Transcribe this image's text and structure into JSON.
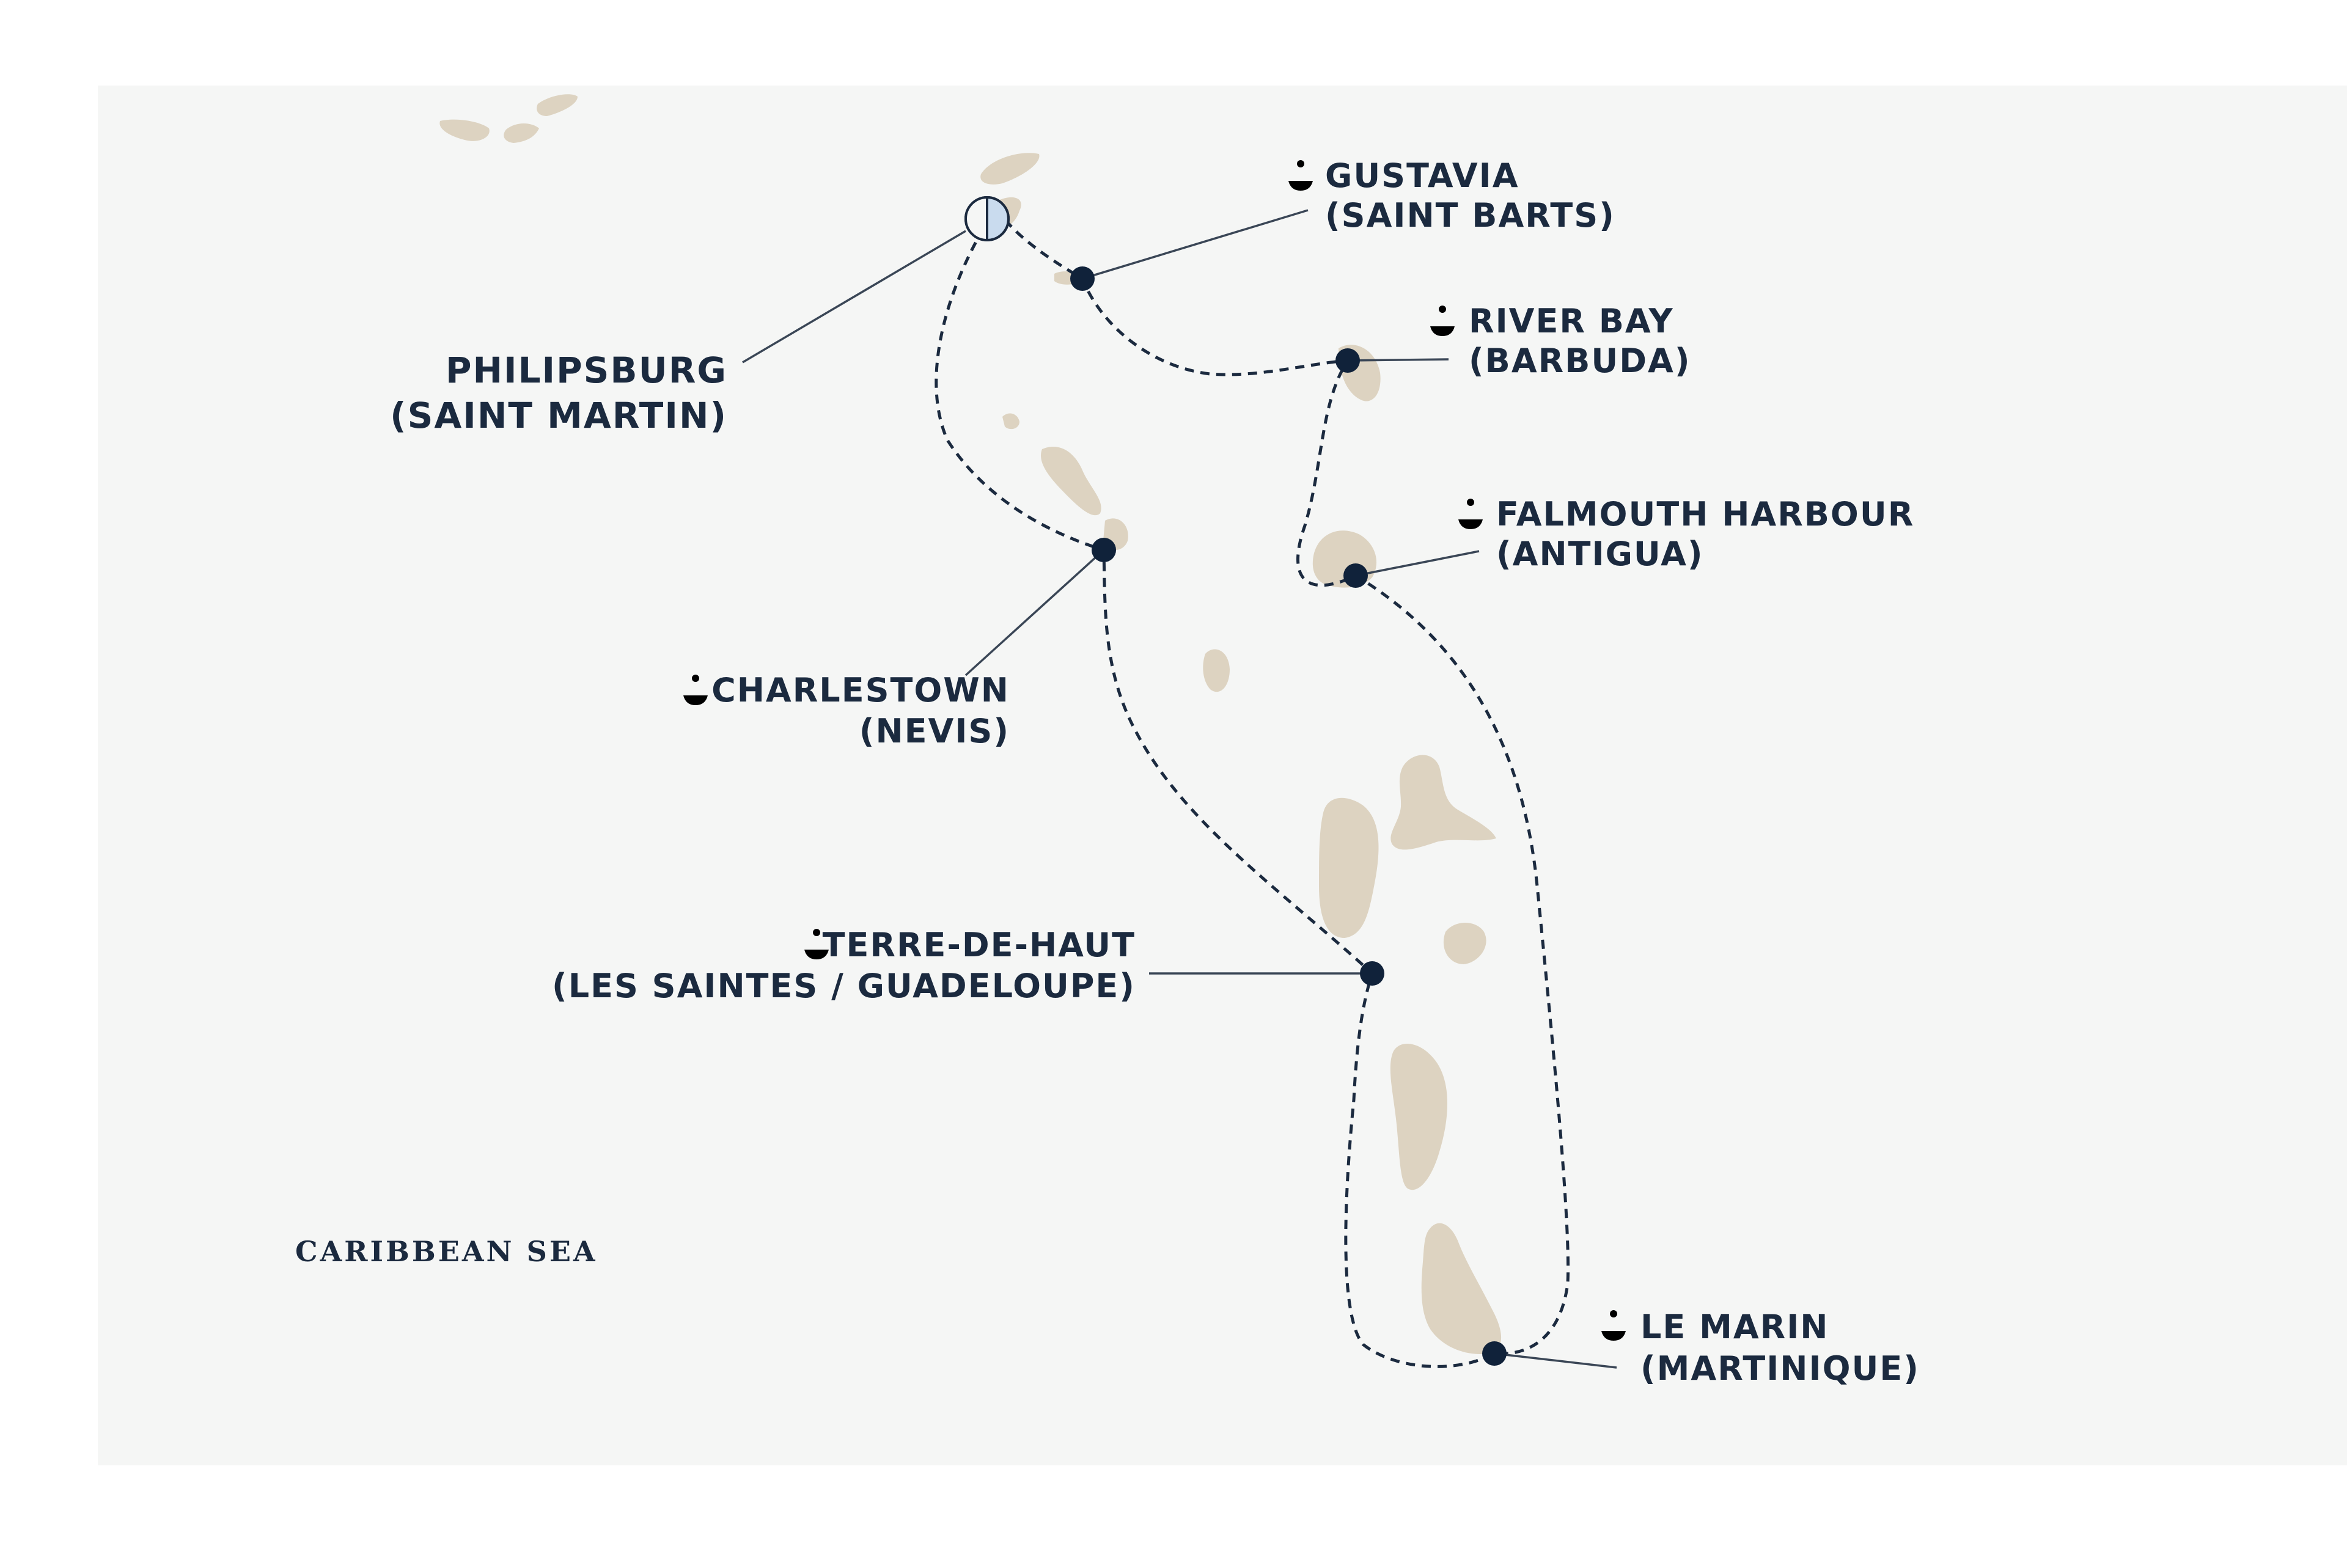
{
  "map": {
    "sea_label": "CARIBBEAN SEA",
    "colors": {
      "sea": "#f5f6f5",
      "land": "#ddd3c1",
      "route": "#1b2a3f",
      "text": "#1b2a3f",
      "start_marker_fill": "#c9dbee"
    },
    "start_port": {
      "name": "PHILIPSBURG",
      "region": "(SAINT MARTIN)",
      "icon": "embark-disembark-icon"
    },
    "ports": [
      {
        "name": "GUSTAVIA",
        "region": "(SAINT BARTS)",
        "icon": "anchor-icon"
      },
      {
        "name": "RIVER BAY",
        "region": "(BARBUDA)",
        "icon": "anchor-icon"
      },
      {
        "name": "FALMOUTH HARBOUR",
        "region": "(ANTIGUA)",
        "icon": "anchor-icon"
      },
      {
        "name": "CHARLESTOWN",
        "region": "(NEVIS)",
        "icon": "anchor-icon"
      },
      {
        "name": "TERRE-DE-HAUT",
        "region": "(LES SAINTES / GUADELOUPE)",
        "icon": "anchor-icon"
      },
      {
        "name": "LE MARIN",
        "region": "(MARTINIQUE)",
        "icon": "anchor-icon"
      }
    ]
  }
}
